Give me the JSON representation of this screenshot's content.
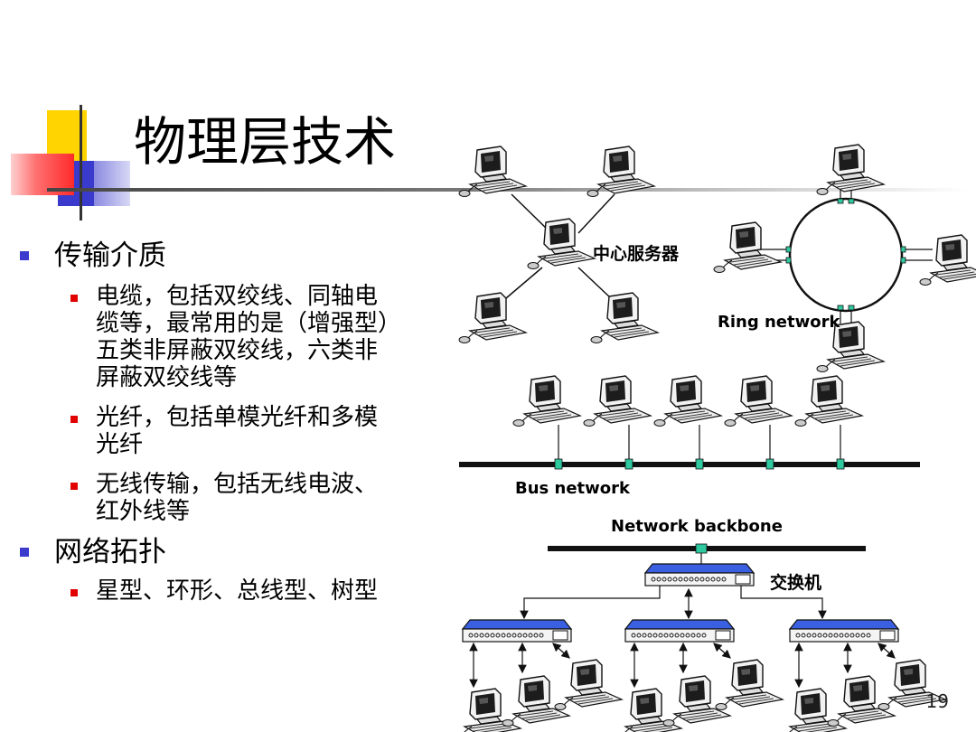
{
  "slide": {
    "title": "物理层技术",
    "page_number": "19"
  },
  "content": {
    "media_heading": "传输介质",
    "media_items": [
      [
        "电缆，包括双绞线、同轴电",
        "缆等，最常用的是（增强型）",
        "五类非屏蔽双绞线，六类非",
        "屏蔽双绞线等"
      ],
      [
        "光纤，包括单模光纤和多模",
        "光纤"
      ],
      [
        "无线传输，包括无线电波、",
        "红外线等"
      ]
    ],
    "topology_heading": "网络拓扑",
    "topology_items": [
      [
        "星型、环形、总线型、树型"
      ]
    ]
  },
  "diagram": {
    "star_label": "中心服务器",
    "ring_label": "Ring network",
    "bus_label": "Bus network",
    "backbone_label": "Network backbone",
    "switch_label": "交换机"
  },
  "colors": {
    "bullet_level1": "#3b3bcc",
    "bullet_level2": "#e00000",
    "node_green": "#2fc9a0",
    "switch_blue": "#3a5fe0"
  }
}
